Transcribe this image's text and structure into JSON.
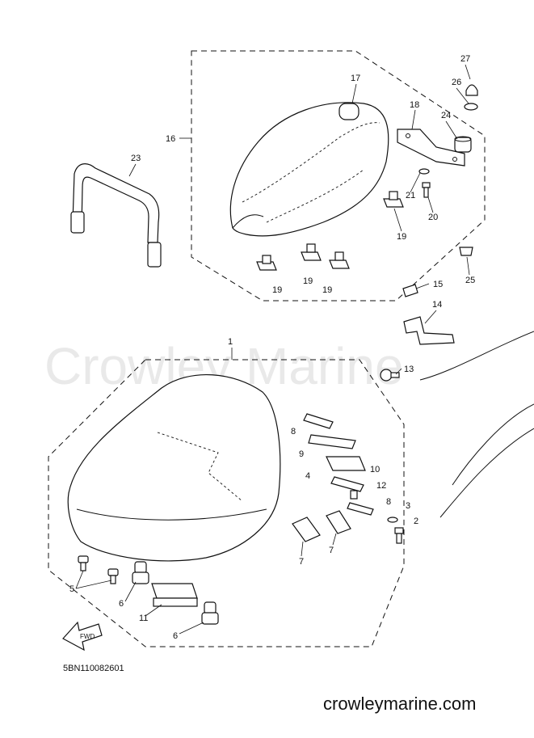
{
  "watermark": "Crowley Marine",
  "diagram_code": "5BN110082601",
  "site": "crowleymarine.com",
  "fwd_label": "FWD",
  "callouts": {
    "c1": "1",
    "c2": "2",
    "c3": "3",
    "c4": "4",
    "c5": "5",
    "c6a": "6",
    "c6b": "6",
    "c7a": "7",
    "c7b": "7",
    "c8a": "8",
    "c8b": "8",
    "c9": "9",
    "c10": "10",
    "c11": "11",
    "c12": "12",
    "c13": "13",
    "c14": "14",
    "c15": "15",
    "c16": "16",
    "c17": "17",
    "c18": "18",
    "c19a": "19",
    "c19b": "19",
    "c19c": "19",
    "c19d": "19",
    "c20": "20",
    "c21": "21",
    "c23": "23",
    "c24": "24",
    "c25": "25",
    "c26": "26",
    "c27": "27"
  }
}
